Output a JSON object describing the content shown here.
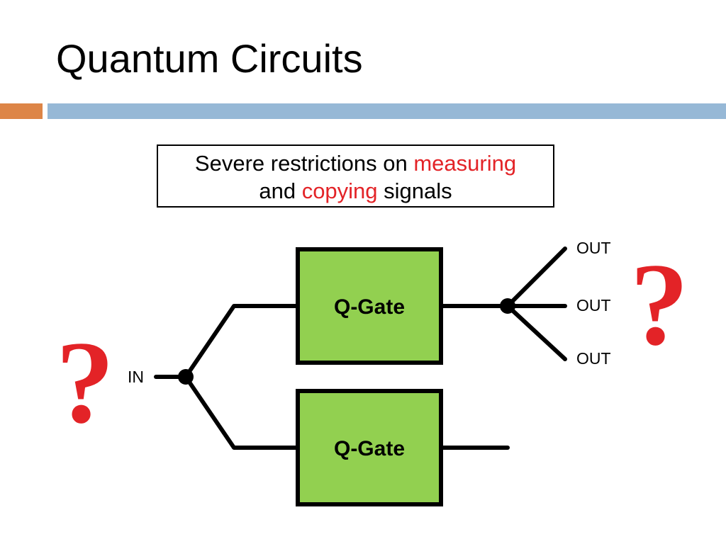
{
  "slide": {
    "title": "Quantum Circuits"
  },
  "note": {
    "line1_pre": "Severe restrictions on ",
    "line1_highlight": "measuring",
    "line2_pre": "and ",
    "line2_highlight": "copying",
    "line2_post": " signals"
  },
  "circuit": {
    "input_label": "IN",
    "output_labels": [
      "OUT",
      "OUT",
      "OUT"
    ],
    "gates": [
      {
        "label": "Q-Gate"
      },
      {
        "label": "Q-Gate"
      }
    ],
    "question_mark": "?"
  },
  "colors": {
    "accent_orange": "#dd8547",
    "accent_blue": "#96b8d6",
    "highlight_text": "#e32327",
    "gate_fill": "#92d050",
    "question_mark": "#e32327"
  }
}
